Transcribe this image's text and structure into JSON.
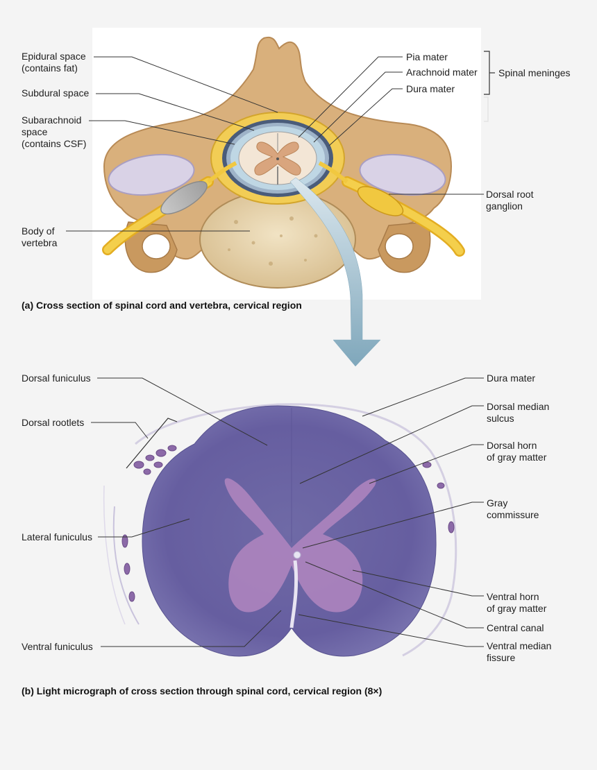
{
  "figure_a": {
    "caption": "(a) Cross section of spinal cord and vertebra, cervical region",
    "labels": {
      "epidural": [
        "Epidural space",
        "(contains fat)"
      ],
      "subdural": "Subdural space",
      "subarachnoid": [
        "Subarachnoid",
        "space",
        "(contains CSF)"
      ],
      "body_of_vertebra": [
        "Body of",
        "vertebra"
      ],
      "pia_mater": "Pia mater",
      "arachnoid_mater": "Arachnoid mater",
      "dura_mater": "Dura mater",
      "spinal_meninges": "Spinal meninges",
      "dorsal_root_ganglion": [
        "Dorsal root",
        "ganglion"
      ]
    }
  },
  "figure_b": {
    "caption": "(b) Light micrograph of cross section through spinal cord, cervical region (8×)",
    "labels": {
      "dorsal_funiculus": "Dorsal funiculus",
      "dorsal_rootlets": "Dorsal rootlets",
      "lateral_funiculus": "Lateral funiculus",
      "ventral_funiculus": "Ventral funiculus",
      "dura_mater": "Dura mater",
      "dorsal_median_sulcus": [
        "Dorsal median",
        "sulcus"
      ],
      "dorsal_horn": [
        "Dorsal horn",
        "of gray matter"
      ],
      "gray_commissure": [
        "Gray",
        "commissure"
      ],
      "ventral_horn": [
        "Ventral horn",
        "of gray matter"
      ],
      "central_canal": "Central canal",
      "ventral_median_fissure": [
        "Ventral median",
        "fissure"
      ]
    }
  },
  "colors": {
    "bone": "#d9b07c",
    "bone_dark": "#b88a55",
    "vertebral_body": "#e8d6b0",
    "fat": "#f2cd55",
    "nerve": "#f0c030",
    "dura": "#4a5c7a",
    "cord": "#f3e6d6",
    "gray_matter": "#d9a57e",
    "arrow": "#8fb4c6",
    "tissue_white": "#6f6aa6",
    "tissue_gray": "#b186bf",
    "leader": "#333333"
  }
}
